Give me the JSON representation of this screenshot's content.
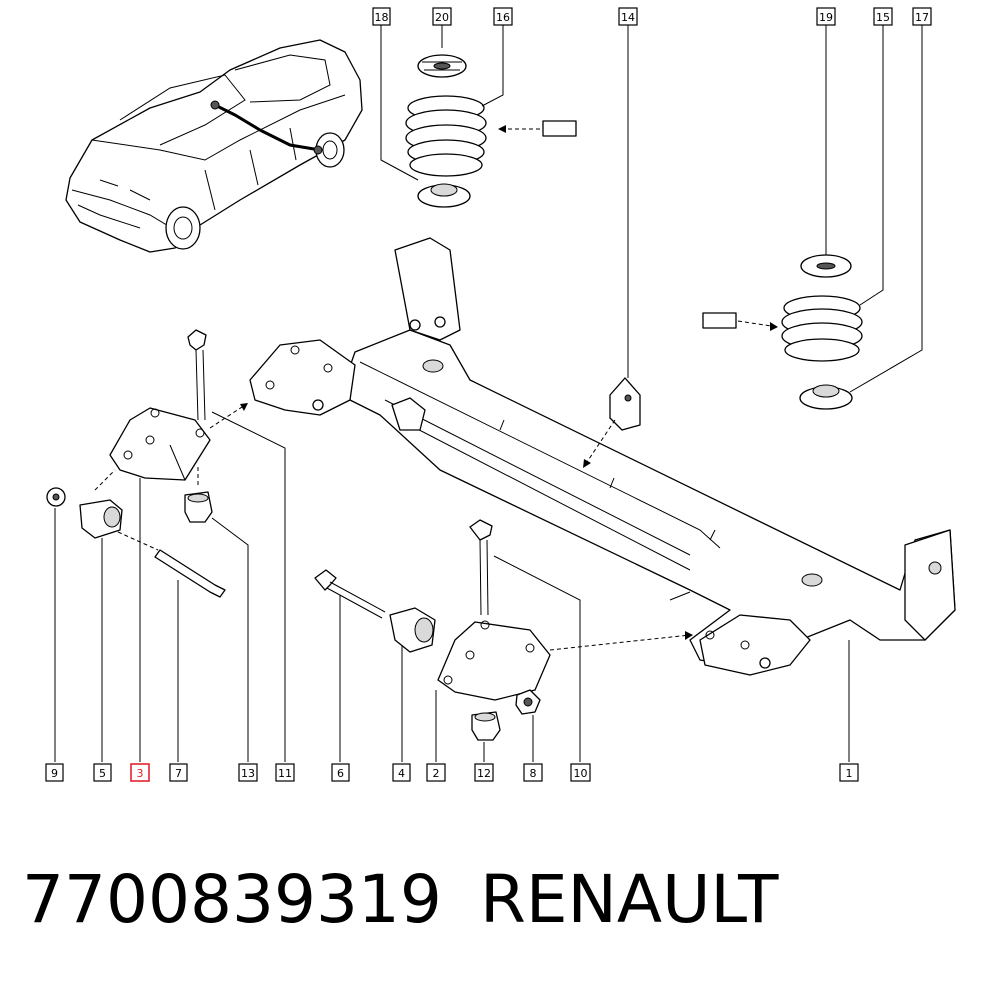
{
  "callouts": [
    {
      "label": "18",
      "highlight": false
    },
    {
      "label": "20",
      "highlight": false
    },
    {
      "label": "16",
      "highlight": false
    },
    {
      "label": "14",
      "highlight": false
    },
    {
      "label": "19",
      "highlight": false
    },
    {
      "label": "15",
      "highlight": false
    },
    {
      "label": "17",
      "highlight": false
    },
    {
      "label": "9",
      "highlight": false
    },
    {
      "label": "5",
      "highlight": false
    },
    {
      "label": "3",
      "highlight": true
    },
    {
      "label": "7",
      "highlight": false
    },
    {
      "label": "13",
      "highlight": false
    },
    {
      "label": "11",
      "highlight": false
    },
    {
      "label": "6",
      "highlight": false
    },
    {
      "label": "4",
      "highlight": false
    },
    {
      "label": "2",
      "highlight": false
    },
    {
      "label": "12",
      "highlight": false
    },
    {
      "label": "8",
      "highlight": false
    },
    {
      "label": "10",
      "highlight": false
    },
    {
      "label": "1",
      "highlight": false
    }
  ],
  "highlight_color": "#e0242c",
  "footer": {
    "part_number": "7700839319",
    "brand": "RENAULT"
  }
}
